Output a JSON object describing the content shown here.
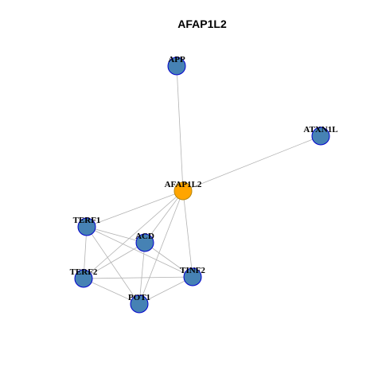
{
  "graph": {
    "title": "AFAP1L2",
    "colors": {
      "center_fill": "#FFA500",
      "center_stroke": "#B8860B",
      "neighbor_fill": "#4682B4",
      "neighbor_stroke": "#0000CD",
      "edge": "#B3B3B3"
    },
    "nodes": [
      {
        "id": "APP",
        "label": "APP",
        "type": "neighbor"
      },
      {
        "id": "ATXN1L",
        "label": "ATXN1L",
        "type": "neighbor"
      },
      {
        "id": "AFAP1L2",
        "label": "AFAP1L2",
        "type": "center"
      },
      {
        "id": "TERF1",
        "label": "TERF1",
        "type": "neighbor"
      },
      {
        "id": "ACD",
        "label": "ACD",
        "type": "neighbor"
      },
      {
        "id": "TERF2",
        "label": "TERF2",
        "type": "neighbor"
      },
      {
        "id": "TINF2",
        "label": "TINF2",
        "type": "neighbor"
      },
      {
        "id": "POT1",
        "label": "POT1",
        "type": "neighbor"
      }
    ],
    "edges": [
      [
        "AFAP1L2",
        "APP"
      ],
      [
        "AFAP1L2",
        "ATXN1L"
      ],
      [
        "AFAP1L2",
        "TERF1"
      ],
      [
        "AFAP1L2",
        "ACD"
      ],
      [
        "AFAP1L2",
        "TERF2"
      ],
      [
        "AFAP1L2",
        "TINF2"
      ],
      [
        "AFAP1L2",
        "POT1"
      ],
      [
        "TERF1",
        "ACD"
      ],
      [
        "TERF1",
        "TERF2"
      ],
      [
        "TERF1",
        "TINF2"
      ],
      [
        "TERF1",
        "POT1"
      ],
      [
        "ACD",
        "TERF2"
      ],
      [
        "ACD",
        "TINF2"
      ],
      [
        "ACD",
        "POT1"
      ],
      [
        "TERF2",
        "TINF2"
      ],
      [
        "TERF2",
        "POT1"
      ],
      [
        "TINF2",
        "POT1"
      ]
    ]
  }
}
